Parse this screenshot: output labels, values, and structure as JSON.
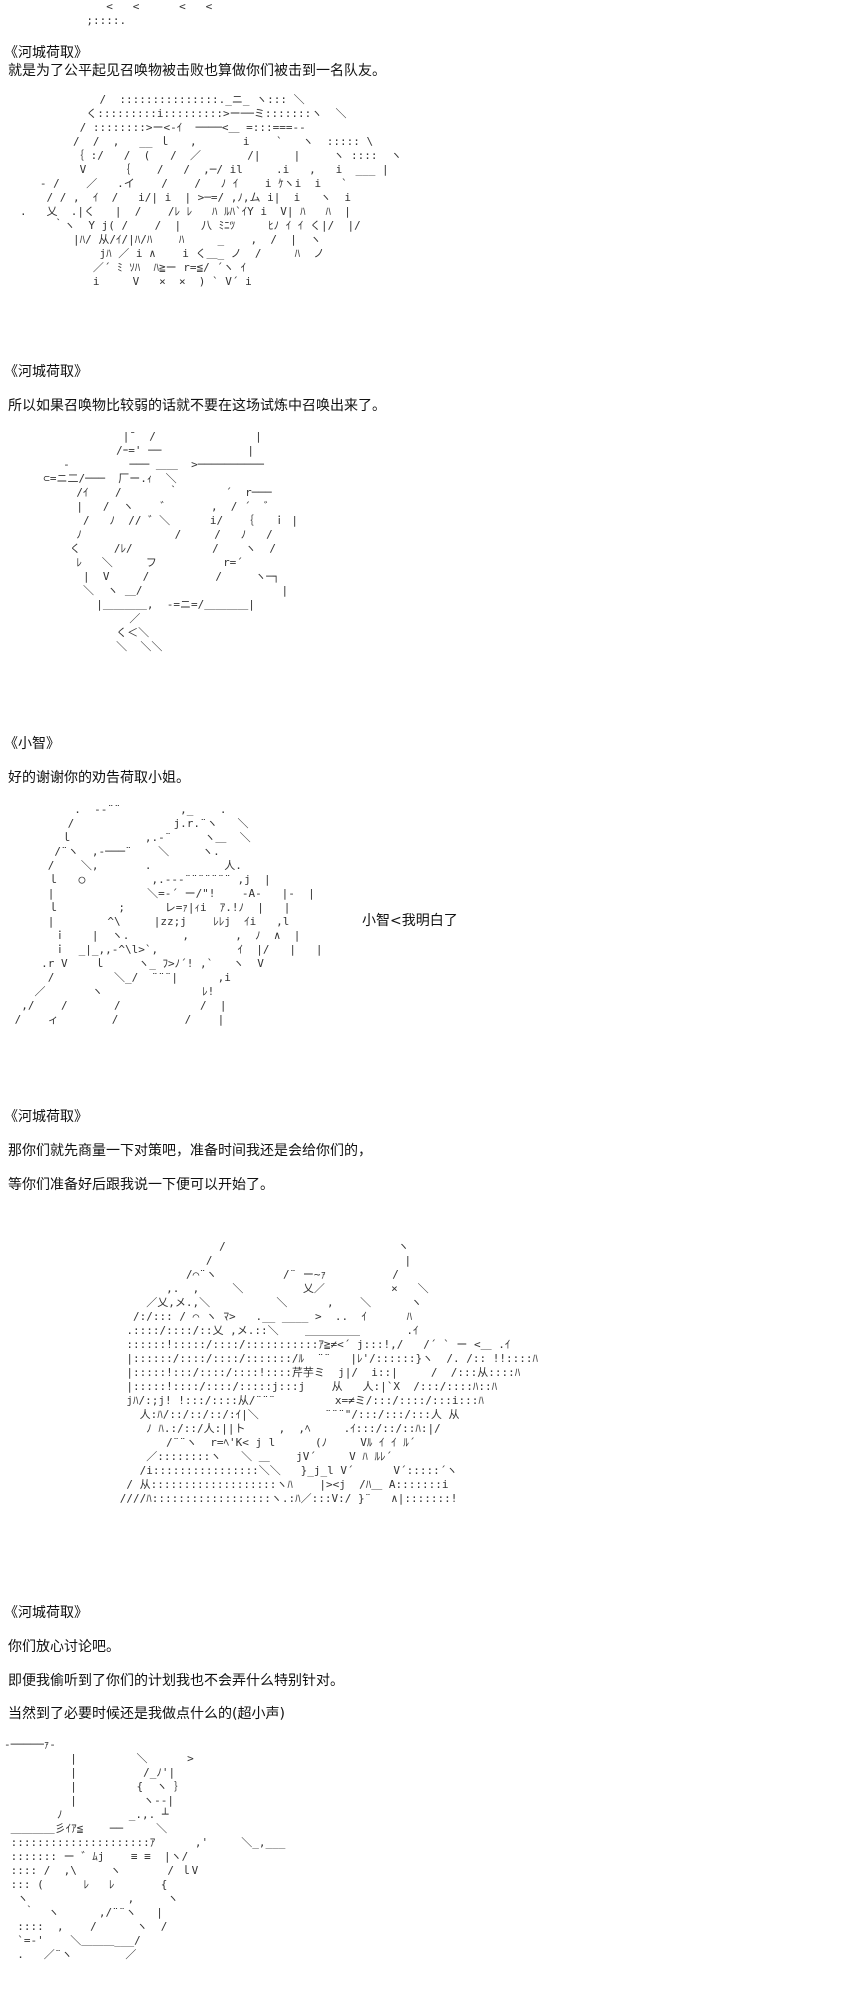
{
  "art_top_fragment": "          <   <      <   <\n       ;::::.",
  "blocks": [
    {
      "speaker": "《河城荷取》",
      "lines": [
        "就是为了公平起见召唤物被击败也算做你们被击到一名队友。"
      ]
    },
    {
      "speaker": "《河城荷取》",
      "lines": [
        "所以如果召唤物比较弱的话就不要在这场试炼中召唤出来了。"
      ]
    },
    {
      "speaker": "《小智》",
      "lines": [
        "好的谢谢你的劝告荷取小姐。"
      ],
      "aside": "小智<我明白了"
    },
    {
      "speaker": "《河城荷取》",
      "lines": [
        "那你们就先商量一下对策吧，准备时间我还是会给你们的，",
        "等你们准备好后跟我说一下便可以开始了。"
      ]
    },
    {
      "speaker": "《河城荷取》",
      "lines": [
        "你们放心讨论吧。",
        "即便我偷听到了你们的计划我也不会弄什么特别针对。",
        "当然到了必要时候还是我做点什么的(超小声)"
      ]
    }
  ],
  "art": {
    "nitori_1": "            /  :::::::::::::::._ニ_ ヽ::: ＼\n          く:::::::::i:::::::::>ー──ミ:::::::ヽ  ＼\n         / ::::::::>ー<-ｲ  ────<＿ =:::===‐-\n        /  /  ,   __ ｌ   ,       i    `   ヽ  ::::: \\\n        ｛ :/   /  (   /  ／       /|     |     ヽ ::::  ヽ\n         V     ｛    /   /  ,─/ il     .i   ,   i  ___ |\n   ‐ /    ／   .イ    /    /   ﾉ ｲ    i ｹヽi  i   `\n    / / ,  ｲ  /   i/| i  | >─=/ ,ﾉ,ム i|  i   ヽ  i\n.   乂  .|く   |  /    /ﾚ ﾚ   ﾊ ﾙﾊ`ｲY i  V| ﾊ   ﾊ  |\n     ｀ヽ  Y j( /    /  |   八 ﾐﾆﾂ     ﾋﾉ ｲ ｲ く|/  |/\n        |ﾊ/ 从/ｲ/|ﾊ/ﾊ    ﾊ     _    ,  /  |  ヽ\n            jﾊ ／ i ∧    i く＿_ ノ  /     ﾊ  ノ\n           ／´ ﾐ ｿﾊ  ﾊ≧ー r=≦/ ´ヽ ｲ\n           i     V   ×  ×  ) ` V´ i",
    "nitori_2": "              |¯  /               |\n             /ｰ=' ──             |\n     -         ─── ＿＿  >──────────\n  ⊂=ニ二/───  厂ー.ｨ  ＼\n       /ｲ    /       ｀       ´  r───\n       |   /  ヽ    ゛      ,  / ´  ゛\n        /   ﾉ  // ゛＼      i/   ｛   ｉ |\n       ﾉ              /     /   ﾉ   /\n      く     /ﾚ/            /    ヽ  /\n       ﾚ   ＼     フ          r=´\n        |  V     /          /     ヽ─┐\n        ＼  ヽ ＿/                     |\n          |＿＿＿＿,  -=ニ=/＿＿＿＿|\n               ／\n             く＜＼\n             ＼  ＼＼",
    "satoshi": "          .  -‐¨¨         ,_    .\n         /               j.r.¨ヽ   ＼\n        ｌ           ,.-¨     ヽ＿  ＼\n       /¨ヽ  ,-───¨    ＼     ヽ.\n      /    ＼,       .           人.\n      ｌ   ◯          ,.---¨¨¨¨¨¨¨ ,j  |\n      |              ＼=-´ ー/\"!    -A-   |-  |\n      ｌ         ;      レ=ｧ|ｨi  ｱ.!ﾉ  |   |\n      |        ^\\     |zz;j    ﾚﾚj  ｲi   ,l\n       ｉ    |  ヽ.        ,       ,  ﾉ  ∧  |\n       ｉ  _|_,,-^\\l>`,            ｲ  |/   |   |\n     .r V    ｌ     ヽ_ ﾌ>ﾉ´! ,`   ヽ  V\n      /         ＼_/  ¨¨¨|      ,i\n    ／       ヽ               ﾚ!\n  ,/    /       /            /  |\n /    ィ        /          /    |",
    "nitori_3": "                     /                          ヽ\n                   /                             |\n                /⌒¨ヽ          /¨ ー~ｧ          /\n             ,.  ,     ＼         乂／          ×   ＼\n          ／乂,メ.,＼          ＼      ,    ＼      ヽ\n        /:/::: / ⌒ ヽ ﾏ>   .__ ____ >  ..  ｲ      ﾊ\n       .::::/::::/::乂 ,メ.::＼    ＿＿＿＿＿       .ｲ\n       ::::::!:::::/::::/:::::::::::ｱ≧≠<´ j:::!,/   /´ ` ー <＿ .ｲ\n       |::::::/::::/::::/:::::::/ﾙ  ¨¨   |ﾚ'/::::::}ヽ  /. /:: !!::::ﾊ\n       |:::::!:::/::::/::::!::::芹芋ミ  j|/  i::|     /  /:::从::::ﾊ\n       |:::::!::::/::::/:::::j:::j    从   人:|`X  /:::/::::ﾊ::ﾊ\n       jﾊ/:;j! !:::/::::从/¨¨¨         x=≠ミ/:::/::::/:::i:::ﾊ\n         人:ﾊ/::/::/::/:ｲ|＼          ¨¨¨\"/:::/:::/:::人 从\n          ﾉ ﾊ.:/::/人:||ト     ,  ,ﾍ     .ｲ:::/::/::ﾊ:|/\n             /¨¨ヽ  r=ﾍ'K< j l      (ﾉ     Vﾙ ｲ ｲ ﾙ´\n          ／::::::::ヽ   ＼ ＿    jV´     V ﾊ ﾙﾚ´\n         /i::::::::::::::::＼＼   }_j_l V´      V´:::::´ヽ\n       / 从:::::::::::::::::::ヽﾊ    |><j  /ﾊ＿ A:::::::i\n      ////ﾊ::::::::::::::::::ヽ.:ﾊ／:::V:/ }¨   ∧|:::::::!",
    "nitori_4": "-─────ｧ-\n          |         ＼      >\n          |          /_ﾉ'|\n          |         {  ヽ ｝\n          |          ヽ-‐|\n        ﾉ          _.,. ┴\n ＿＿＿＿彡ｲｱ≦    ──     ＼\n :::::::::::::::::::::ｱ      ,'     ＼_,___\n ::::::: ー ゛ﾑj    ≡ ≡  |ヽ/\n :::: /  ,\\     ヽ       / ｌV\n ::: (      ﾚ   ﾚ       {\n  ヽ               ,     ヽ\n   ｀  ヽ      ,/¨¨ヽ   |\n  ::::  ,    /      ヽ  /\n  `=-'    ＼＿＿＿___/\n  .   ／¨ヽ        ／"
  }
}
